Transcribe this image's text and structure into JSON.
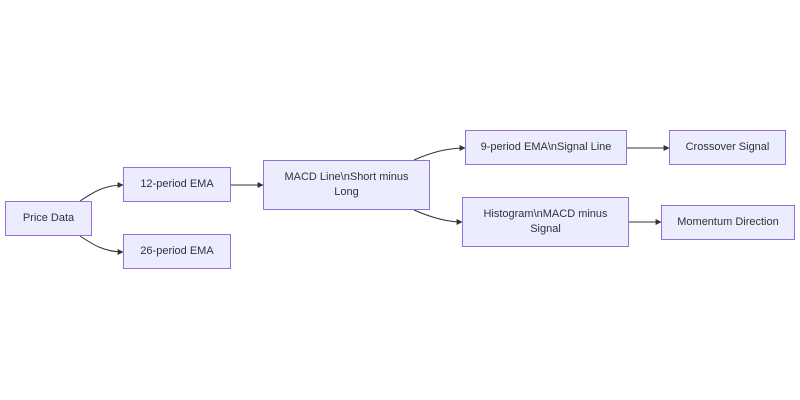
{
  "nodes": {
    "price_data": "Price Data",
    "ema_12": "12-period EMA",
    "ema_26": "26-period EMA",
    "macd_line": "MACD Line\\nShort minus Long",
    "signal_line": "9-period EMA\\nSignal Line",
    "histogram": "Histogram\\nMACD minus Signal",
    "crossover": "Crossover Signal",
    "momentum": "Momentum Direction"
  },
  "edges": [
    {
      "from": "price_data",
      "to": "ema_12"
    },
    {
      "from": "price_data",
      "to": "ema_26"
    },
    {
      "from": "ema_12",
      "to": "macd_line"
    },
    {
      "from": "macd_line",
      "to": "signal_line"
    },
    {
      "from": "macd_line",
      "to": "histogram"
    },
    {
      "from": "signal_line",
      "to": "crossover"
    },
    {
      "from": "histogram",
      "to": "momentum"
    }
  ],
  "colors": {
    "node_fill": "#ececff",
    "node_border": "#9370db",
    "edge": "#333333",
    "text": "#333333"
  }
}
